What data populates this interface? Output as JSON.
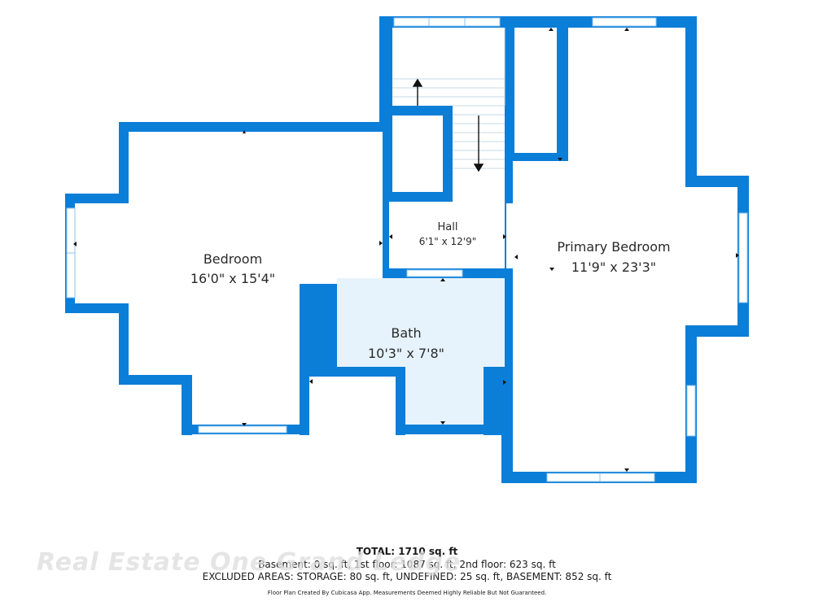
{
  "colors": {
    "wall": "#0b7ed8",
    "background": "#ffffff",
    "bath_floor": "#e6f3fc",
    "text": "#2a2a2a",
    "watermark": "#dcdcdc"
  },
  "rooms": {
    "bedroom": {
      "name": "Bedroom",
      "dimensions": "16'0\" x 15'4\""
    },
    "primary_bedroom": {
      "name": "Primary Bedroom",
      "dimensions": "11'9\" x 23'3\""
    },
    "hall": {
      "name": "Hall",
      "dimensions": "6'1\" x 12'9\""
    },
    "bath": {
      "name": "Bath",
      "dimensions": "10'3\" x 7'8\""
    }
  },
  "footer": {
    "total": "TOTAL: 1710 sq. ft",
    "floors": "Basement: 0 sq. ft, 1st floor: 1087 sq. ft, 2nd floor: 623 sq. ft",
    "excluded": "EXCLUDED AREAS: STORAGE: 80 sq. ft, UNDEFINED: 25 sq. ft, BASEMENT: 852 sq. ft",
    "credit": "Floor Plan Created By Cubicasa App. Measurements Deemed Highly Reliable But Not Guaranteed."
  },
  "watermark": "Real Estate One Grand Ledge"
}
